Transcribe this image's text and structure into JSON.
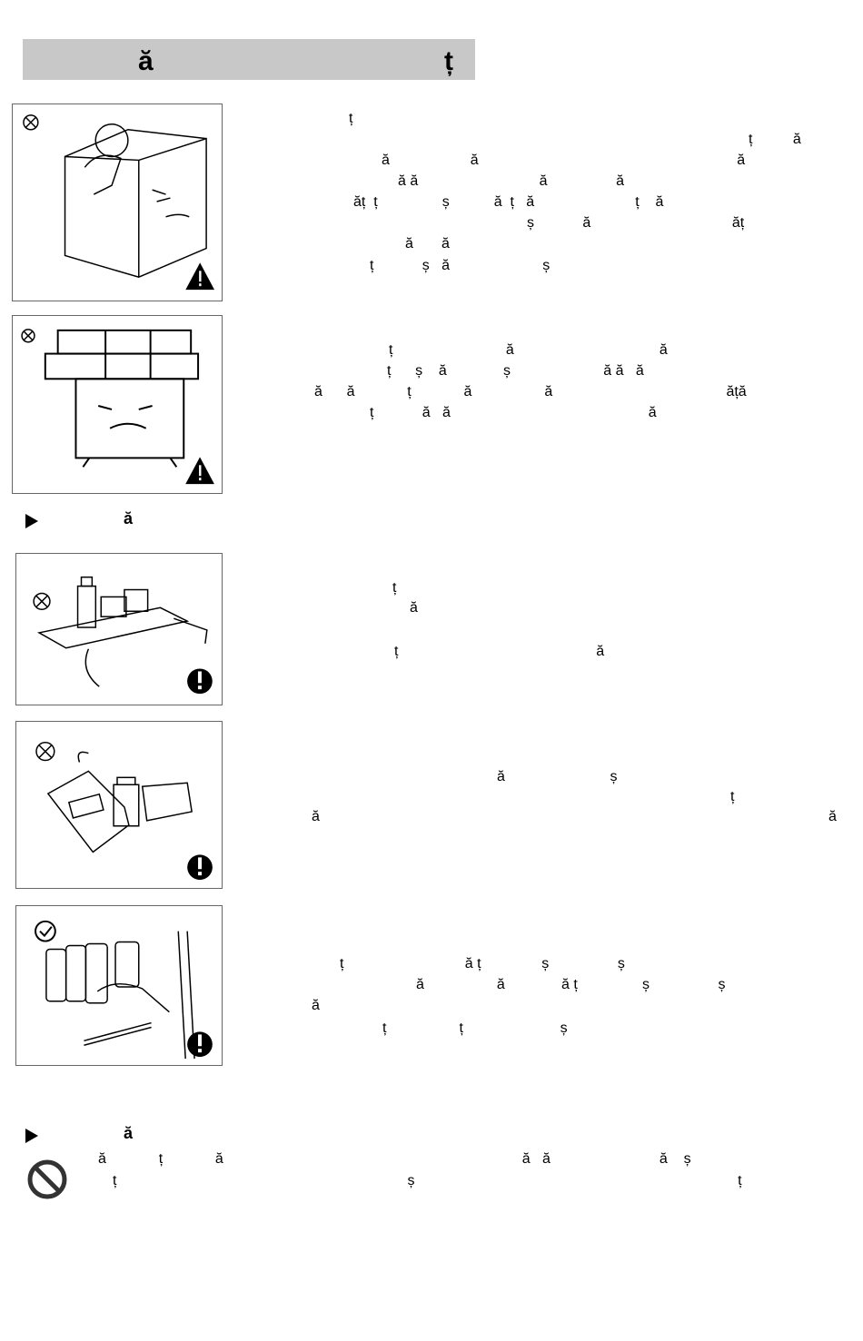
{
  "title": {
    "left": "ă",
    "right": "ț"
  },
  "panels": [
    {
      "id": "child-on-fridge",
      "lines": [
        "ț",
        "ț          ă",
        "ă                    ă                                                                ă",
        "ă ă                              ă                 ă",
        "ăț  ț                ș           ă  ț   ă                         ț    ă",
        "ș            ă                                   ăț",
        "ă       ă",
        "ț            ș   ă                       ș"
      ]
    },
    {
      "id": "heavy-load",
      "lines": [
        "ț                            ă                                    ă",
        "ț      ș    ă              ș                       ă ă   ă",
        "ă      ă             ț             ă                  ă                                           ăță",
        "ț            ă   ă                                                 ă"
      ]
    },
    {
      "id": "shelf-bottles",
      "lines": [
        "ț",
        "ă",
        "ț                                                 ă"
      ]
    },
    {
      "id": "chemicals",
      "lines": [
        "ă                          ș",
        "ț",
        "ă                                                                                                                              ă"
      ]
    },
    {
      "id": "cans",
      "lines": [
        "ț                              ă ț               ș                 ș",
        "ă                  ă              ă ț                ș                 ș",
        "ă",
        "ț                  ț                        ș"
      ]
    }
  ],
  "sections": {
    "section1_heading": "ă",
    "section2_heading": "ă",
    "bottom_line1": "ă             ț             ă                                                                          ă   ă                           ă    ș",
    "bottom_line2": "ț                                                                        ș                                                                                ț"
  },
  "icons": [
    "prohibited-circle-icon",
    "warning-triangle-icon",
    "exclamation-circle-icon",
    "check-circle-icon",
    "no-entry-icon",
    "play-arrow-icon"
  ]
}
